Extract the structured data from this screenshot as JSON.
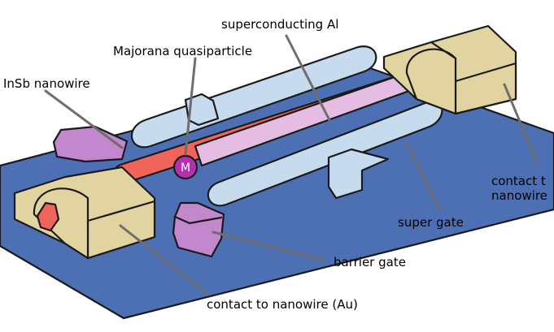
{
  "labels": {
    "superconducting": "superconducting Al",
    "majorana": "Majorana quasiparticle",
    "insb": "InSb nanowire",
    "contact_right_1": "contact t",
    "contact_right_2": "nanowire",
    "super_gate": "super gate",
    "barrier_gate": "barrier gate",
    "contact_bottom": "contact to nanowire (Au)",
    "particle_mark": "M"
  },
  "colors": {
    "substrate": "#4d70b4",
    "gold_contact": "#e2d4a1",
    "al_gate": "#c6dbee",
    "nanowire": "#f0645a",
    "al_shell": "#e5bde2",
    "barrier": "#c387ce",
    "particle": "#b72fb1",
    "outline": "#1a1a1a",
    "leader": "#6e6e6e"
  }
}
